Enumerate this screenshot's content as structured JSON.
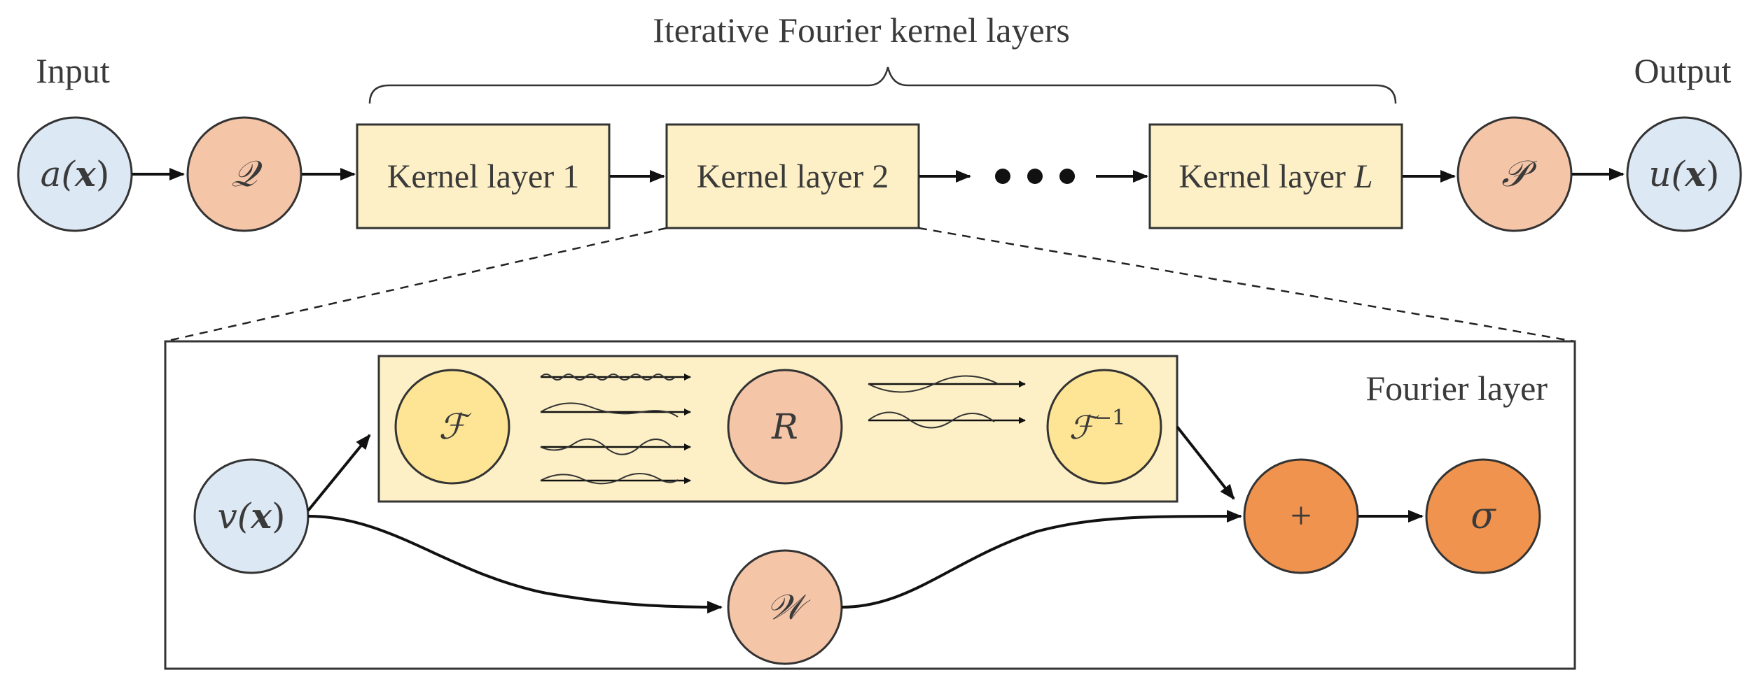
{
  "title": "Iterative Fourier kernel layers",
  "input_label": "Input",
  "output_label": "Output",
  "fourier_layer_label": "Fourier layer",
  "nodes": {
    "input": {
      "pre": "a(",
      "var": "x",
      "post": ")"
    },
    "lift": "𝒬",
    "project": "𝒫",
    "output": {
      "pre": "u(",
      "var": "x",
      "post": ")"
    },
    "v": {
      "pre": "v(",
      "var": "x",
      "post": ")"
    },
    "fourier": "ℱ",
    "r": "R",
    "inv_fourier": {
      "base": "ℱ",
      "sup": "−1"
    },
    "w": "𝒲",
    "plus": "+",
    "sigma": "σ"
  },
  "kernel_layers": {
    "layer1": "Kernel layer 1",
    "layer2": "Kernel layer 2",
    "layerL_prefix": "Kernel layer ",
    "layerL_var": "L"
  },
  "colors": {
    "blue_node": "#dde8f5",
    "peach_node": "#f5c5a8",
    "yellow_node": "#fde595",
    "orange_node": "#f0934e",
    "kernel_box": "#fdf0c6",
    "stroke": "#3a3a3a"
  }
}
